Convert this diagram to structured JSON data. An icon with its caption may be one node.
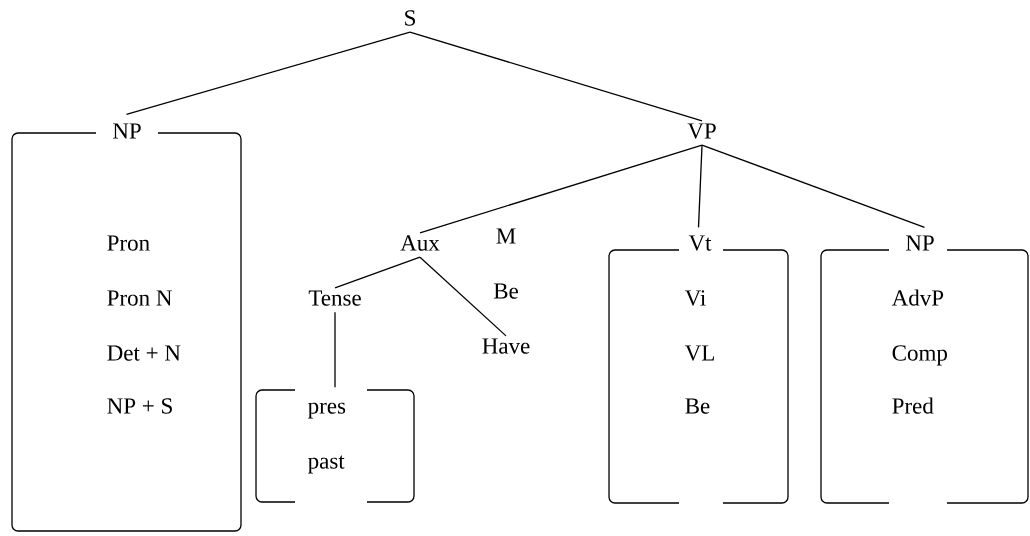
{
  "diagram": {
    "nodes": [
      {
        "text": [
          "S"
        ]
      },
      {
        "text": [
          "NP",
          "Pron",
          "Pron N",
          "Det + N",
          "NP + S"
        ]
      },
      {
        "text": [
          "VP"
        ]
      },
      {
        "text": [
          "Aux"
        ]
      },
      {
        "text": [
          "Tense"
        ]
      },
      {
        "text": [
          "pres",
          "past"
        ]
      },
      {
        "text": [
          "M",
          "Be",
          "Have"
        ]
      },
      {
        "text": [
          "Vt",
          "Vi",
          "VL",
          "Be"
        ]
      },
      {
        "text": [
          "NP",
          "AdvP",
          "Comp",
          "Pred"
        ]
      }
    ],
    "edges": [
      {
        "from": 0,
        "to": 1,
        "arrow": "none"
      },
      {
        "from": 0,
        "to": 2,
        "arrow": "none"
      },
      {
        "from": 2,
        "to": 3,
        "arrow": "none"
      },
      {
        "from": 2,
        "to": 7,
        "arrow": "none"
      },
      {
        "from": 2,
        "to": 8,
        "arrow": "none"
      },
      {
        "from": 3,
        "to": 4,
        "arrow": "none"
      },
      {
        "from": 3,
        "to": 6,
        "arrow": "none"
      },
      {
        "from": 4,
        "to": 5,
        "arrow": "none"
      }
    ]
  }
}
